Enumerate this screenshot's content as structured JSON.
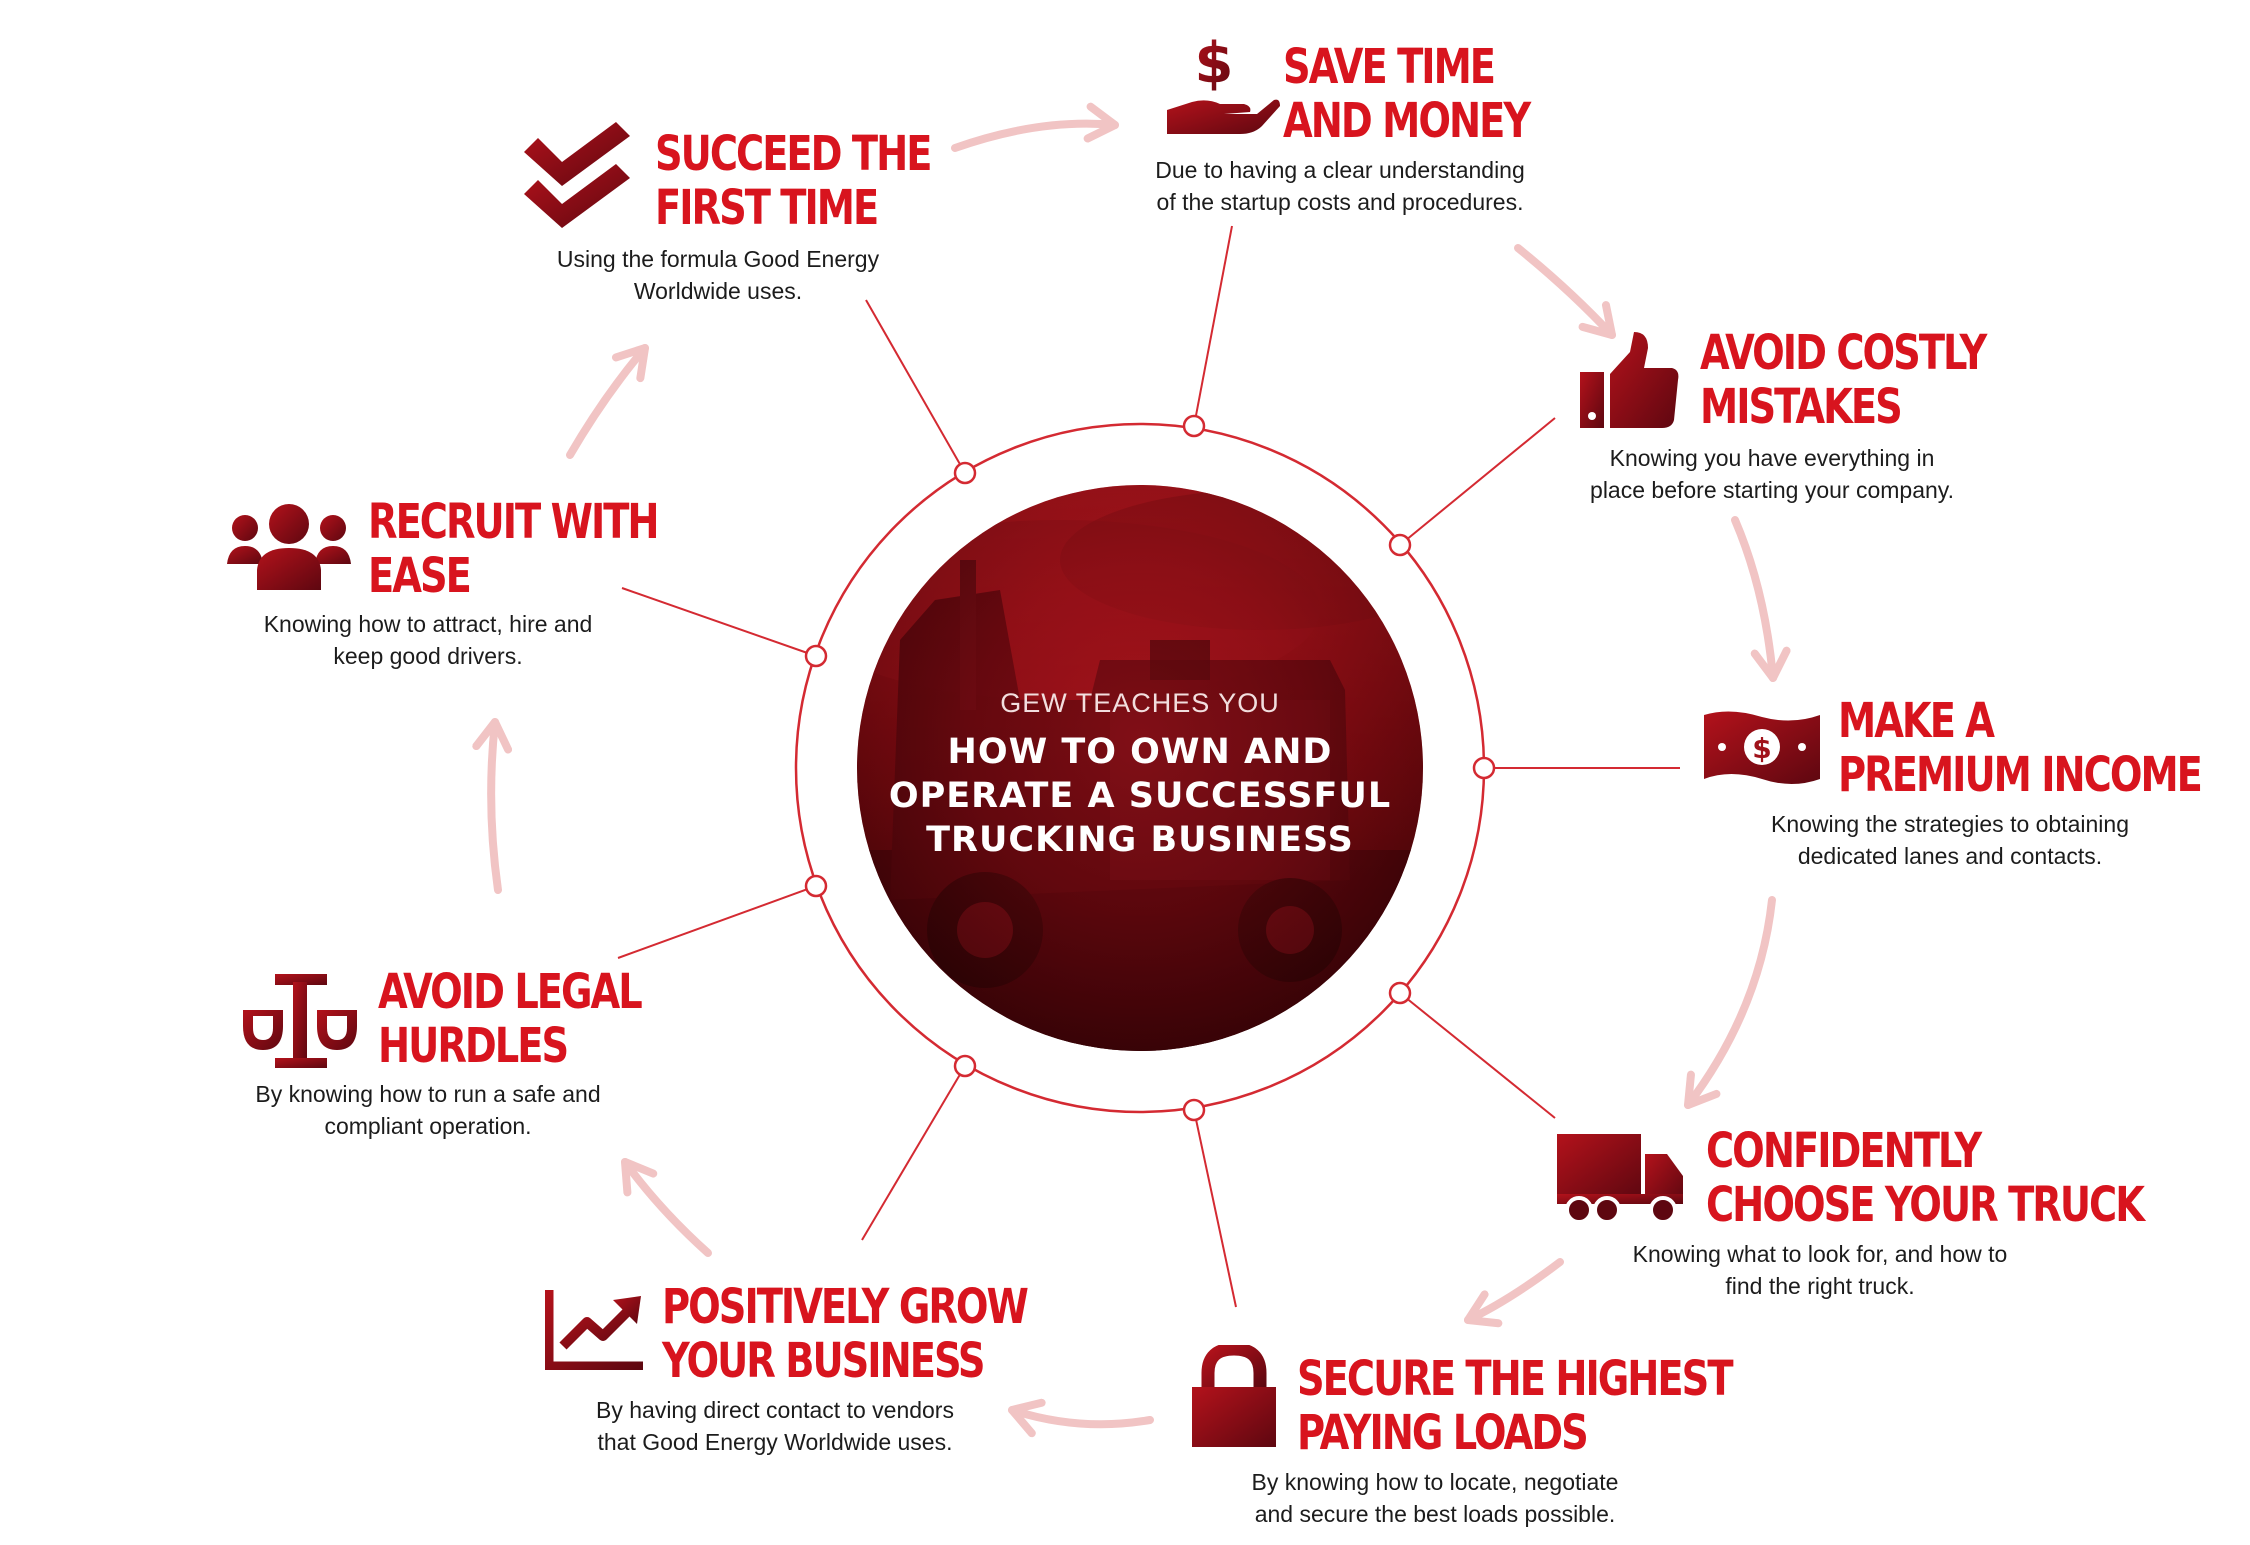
{
  "center": {
    "subtitle": "GEW TEACHES YOU",
    "headline_lines": [
      "HOW TO OWN AND",
      "OPERATE A SUCCESSFUL",
      "TRUCKING BUSINESS"
    ]
  },
  "benefits": [
    {
      "id": "save-time",
      "icon": "dollar-hand-icon",
      "title": [
        "SAVE TIME",
        "AND MONEY"
      ],
      "desc": [
        "Due to having a clear understanding",
        "of the startup costs and procedures."
      ]
    },
    {
      "id": "avoid-mistakes",
      "icon": "thumbs-up-icon",
      "title": [
        "AVOID COSTLY",
        "MISTAKES"
      ],
      "desc": [
        "Knowing you have everything in",
        "place before starting your company."
      ]
    },
    {
      "id": "premium-income",
      "icon": "banknote-icon",
      "title": [
        "MAKE A",
        "PREMIUM INCOME"
      ],
      "desc": [
        "Knowing the strategies to obtaining",
        "dedicated lanes and contacts."
      ]
    },
    {
      "id": "choose-truck",
      "icon": "truck-icon",
      "title": [
        "CONFIDENTLY",
        "CHOOSE YOUR TRUCK"
      ],
      "desc": [
        "Knowing what to look for, and how to",
        "find the right truck."
      ]
    },
    {
      "id": "secure-loads",
      "icon": "padlock-icon",
      "title": [
        "SECURE THE HIGHEST",
        "PAYING LOADS"
      ],
      "desc": [
        "By knowing how to locate, negotiate",
        "and secure the best loads possible."
      ]
    },
    {
      "id": "grow-business",
      "icon": "growth-chart-icon",
      "title": [
        "POSITIVELY GROW",
        "YOUR BUSINESS"
      ],
      "desc": [
        "By having direct contact to vendors",
        "that Good Energy Worldwide uses."
      ]
    },
    {
      "id": "legal-hurdles",
      "icon": "balance-scale-icon",
      "title": [
        "AVOID LEGAL",
        "HURDLES"
      ],
      "desc": [
        "By knowing how to run a safe and",
        "compliant operation."
      ]
    },
    {
      "id": "recruit",
      "icon": "people-group-icon",
      "title": [
        "RECRUIT WITH",
        "EASE"
      ],
      "desc": [
        "Knowing how to attract, hire and",
        "keep good drivers."
      ]
    },
    {
      "id": "succeed",
      "icon": "double-check-icon",
      "title": [
        "SUCCEED THE",
        "FIRST TIME"
      ],
      "desc": [
        "Using the formula Good Energy",
        "Worldwide uses."
      ]
    }
  ],
  "colors": {
    "accent": "#d8141e",
    "icon_dark": "#7a0c14",
    "ring": "#d42a32",
    "arrow": "#f1c4c4",
    "body_text": "#1c1c1c"
  }
}
